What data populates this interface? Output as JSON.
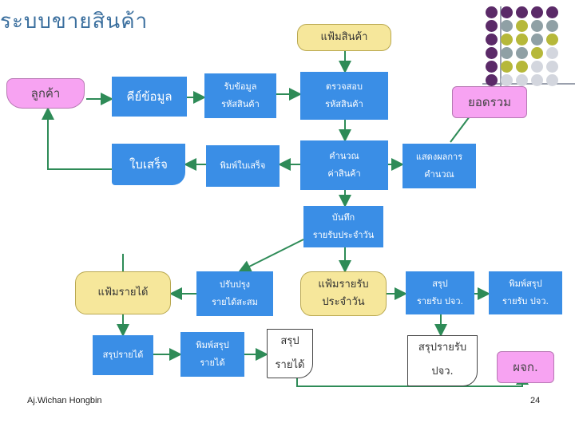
{
  "slide": {
    "title": "ระบบขายสินค้า",
    "footer": "Aj.Wichan Hongbin",
    "page_number": "24"
  },
  "nodes": {
    "customer": {
      "text": "ลูกค้า"
    },
    "product_file": {
      "text": "แฟ้มสินค้า"
    },
    "key_data": {
      "text": "คีย์ข้อมูล"
    },
    "receive_product_code": {
      "line1": "รับข้อมูล",
      "line2": "รหัสสินค้า"
    },
    "check_product_code": {
      "line1": "ตรวจสอบ",
      "line2": "รหัสสินค้า"
    },
    "total_sales": {
      "text": "ยอดรวม"
    },
    "receipt": {
      "text": "ใบเสร็จ"
    },
    "print_receipt": {
      "text": "พิมพ์ใบเสร็จ"
    },
    "calc_price": {
      "line1": "คำนวณ",
      "line2": "ค่าสินค้า"
    },
    "display_result": {
      "line1": "แสดงผลการ",
      "line2": "คำนวณ"
    },
    "record_daily": {
      "line1": "บันทึก",
      "line2": "รายรับประจำวัน"
    },
    "income_file": {
      "text": "แฟ้มรายได้"
    },
    "update_income": {
      "line1": "ปรับปรุง",
      "line2": "รายได้สะสม"
    },
    "daily_income_file": {
      "line1": "แฟ้มรายรับ",
      "line2": "ประจำวัน"
    },
    "summarize_daily": {
      "line1": "สรุป",
      "line2": "รายรับ ปจว."
    },
    "print_summary_daily": {
      "line1": "พิมพ์สรุป",
      "line2": "รายรับ ปจว."
    },
    "summarize_income": {
      "text": "สรุปรายได้"
    },
    "print_summary_income": {
      "line1": "พิมพ์สรุป",
      "line2": "รายได้"
    },
    "income_summary_doc": {
      "line1": "สรุป",
      "line2": "รายได้"
    },
    "daily_summary_doc": {
      "line1": "สรุปรายรับ",
      "line2": "ปจว."
    },
    "manager": {
      "text": "ผจก."
    }
  },
  "colors": {
    "process": "#3a8ee6",
    "datastore": "#f6e79b",
    "entity": "#f7a3f2",
    "title": "#3b6f9e",
    "dot_purple": "#5b2a68",
    "dot_olive": "#b6b83a",
    "dot_gray": "#8fa0a5",
    "dot_light": "#d3d6de"
  }
}
